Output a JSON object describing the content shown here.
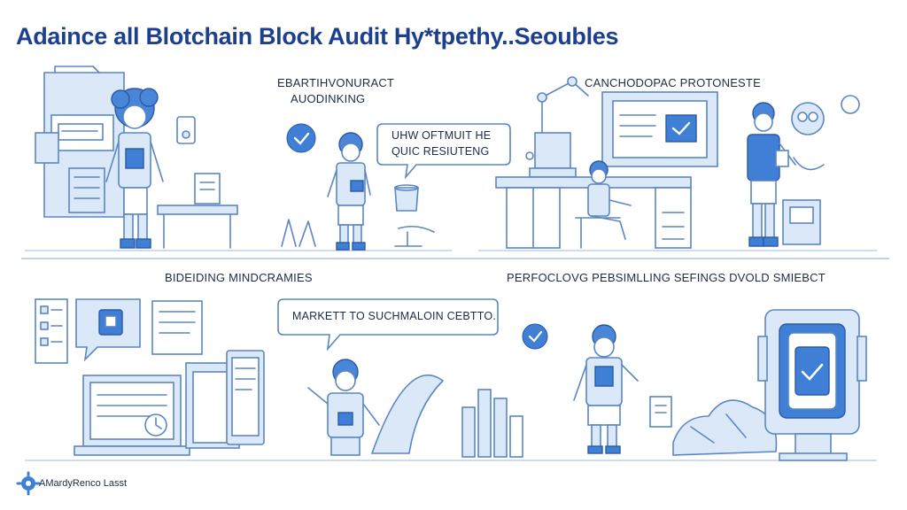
{
  "header": {
    "title": "Adaince all Blotchain Block Audit Hy*tpethy..Seoubles"
  },
  "panels": [
    {
      "id": "top-left",
      "label_line1": "EBARTIHVONURACT",
      "label_line2": "AUODINKING",
      "bubble": [
        "UHW OFTMUIT HE",
        "QUIC RESIUTENG"
      ]
    },
    {
      "id": "top-right",
      "label_line1": "CANCHODOPAC PROTONESTE"
    },
    {
      "id": "bottom-left",
      "label_line1": "BIDEIDING MINDCRAMIES",
      "bubble": [
        "MARKETT TO SUCHMALOIN CEBTTO."
      ]
    },
    {
      "id": "bottom-right",
      "label_line1": "PERFOCLOVG PEBSIMLLING SEFINGS DVOLD SMIEBCT"
    }
  ],
  "footer": {
    "text": "AMardyRenco Lasst",
    "icon": "gear-icon"
  },
  "colors": {
    "primary": "#1c3f8f",
    "accent": "#3f7fd6",
    "light": "#dbe8f8",
    "line": "#5a86c6"
  }
}
